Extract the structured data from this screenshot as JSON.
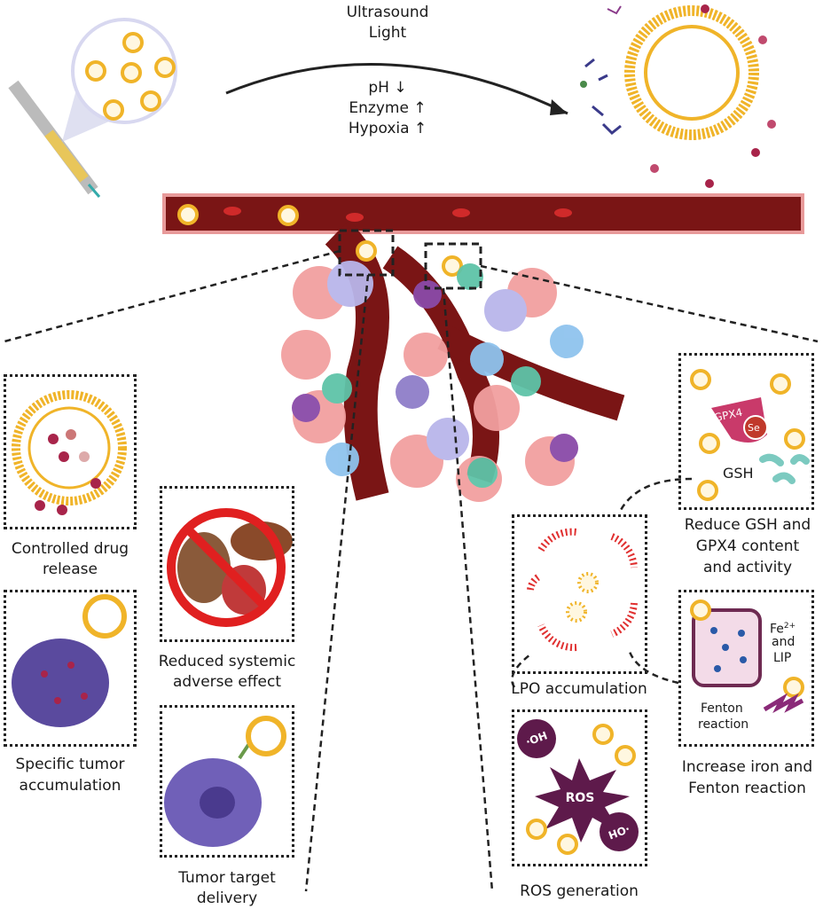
{
  "stimuli": {
    "line1": "Ultrasound",
    "line2": "Light"
  },
  "conditions": {
    "ph": "pH ↓",
    "enzyme": "Enzyme ↑",
    "hypoxia": "Hypoxia ↑"
  },
  "left_panels": {
    "controlled_release": {
      "line1": "Controlled drug",
      "line2": "release"
    },
    "tumor_accumulation": {
      "line1": "Specific tumor",
      "line2": "accumulation"
    },
    "adverse_effect": {
      "line1": "Reduced systemic",
      "line2": "adverse effect"
    },
    "target_delivery": {
      "line1": "Tumor target",
      "line2": "delivery"
    }
  },
  "right_panels": {
    "gsh_gpx4": {
      "label_gpx4": "GPX4",
      "label_se": "Se",
      "label_gsh": "GSH",
      "line1": "Reduce GSH and",
      "line2": "GPX4 content",
      "line3": "and activity"
    },
    "lpo": {
      "caption": "LPO accumulation"
    },
    "ros": {
      "label_ros": "ROS",
      "label_oh": "·OH",
      "caption": "ROS generation"
    },
    "iron": {
      "fe": "Fe",
      "fe_sup": "2+",
      "and": "and",
      "lip": "LIP",
      "fenton1": "Fenton",
      "fenton2": "reaction",
      "line1": "Increase iron and",
      "line2": "Fenton reaction"
    }
  },
  "colors": {
    "liposome": "#f0b429",
    "vessel": "#7a1515",
    "ros": "#5e1a4b",
    "tumor_cell": "#f2a0a0",
    "dashed": "#222222"
  }
}
